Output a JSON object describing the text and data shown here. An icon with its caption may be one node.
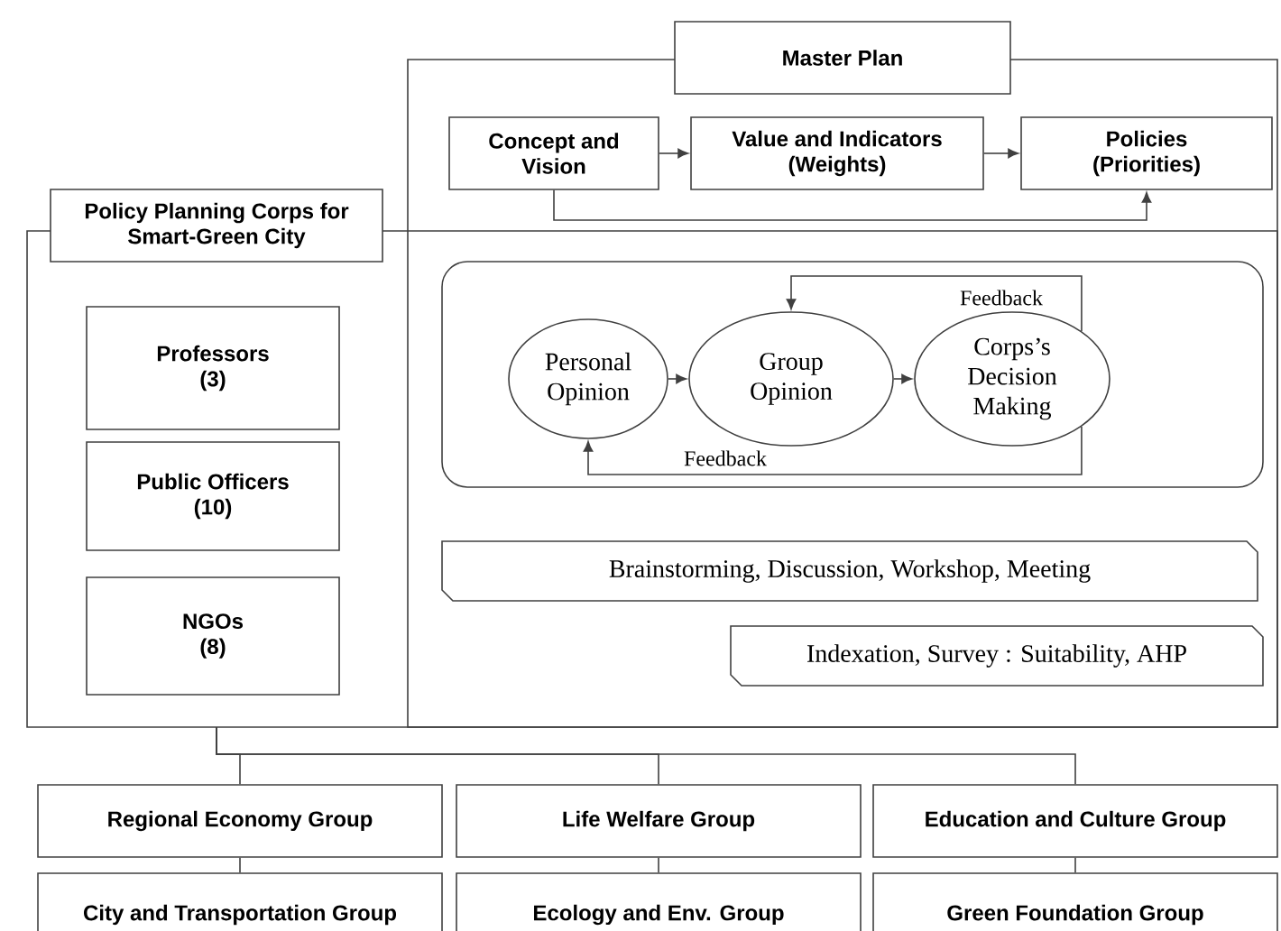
{
  "diagram": {
    "nodes": [
      {
        "text": [
          "Master Plan"
        ]
      },
      {
        "text": [
          "Concept and Vision"
        ],
        "in": 0
      },
      {
        "text": [
          "Value and Indicators (Weights)"
        ],
        "in": 0
      },
      {
        "text": [
          "Policies (Priorities)"
        ],
        "in": 0
      },
      {
        "text": [
          "Policy Planning Corps for Smart-Green City"
        ]
      },
      {
        "text": [
          "Professors",
          "(3)"
        ],
        "in": 4
      },
      {
        "text": [
          "Public Officers",
          "(10)"
        ],
        "in": 4
      },
      {
        "text": [
          "NGOs",
          "(8)"
        ],
        "in": 4
      },
      {
        "text": [],
        "shape": "box"
      },
      {
        "text": [
          "Personal Opinion"
        ],
        "in": 8
      },
      {
        "text": [
          "Group Opinion"
        ],
        "in": 8
      },
      {
        "text": [
          "Corps’s Decision Making"
        ],
        "in": 8
      },
      {
        "text": [
          "Brainstorming, Discussion, Workshop, Meeting"
        ]
      },
      {
        "text": [
          "Indexation, Survey : Suitability, AHP"
        ]
      },
      {
        "text": [
          "Regional Economy Group"
        ]
      },
      {
        "text": [
          "Life Welfare Group"
        ]
      },
      {
        "text": [
          "Education and Culture Group"
        ]
      },
      {
        "text": [
          "City and Transportation Group"
        ]
      },
      {
        "text": [
          "Ecology and Env. Group"
        ]
      },
      {
        "text": [
          "Green Foundation Group"
        ]
      }
    ],
    "edges": [
      {
        "from": 1,
        "to": 2,
        "arrow": "to"
      },
      {
        "from": 2,
        "to": 3,
        "arrow": "to"
      },
      {
        "from": 1,
        "to": 3,
        "arrow": "to"
      },
      {
        "from": 9,
        "to": 10,
        "arrow": "to"
      },
      {
        "from": 10,
        "to": 11,
        "arrow": "to"
      },
      {
        "from": 11,
        "to": 10,
        "arrow": "to",
        "label": "Feedback"
      },
      {
        "from": 11,
        "to": 9,
        "arrow": "to",
        "label": "Feedback"
      },
      {
        "from": 4,
        "to": 14,
        "arrow": "none"
      },
      {
        "from": 4,
        "to": 15,
        "arrow": "none"
      },
      {
        "from": 4,
        "to": 16,
        "arrow": "none"
      },
      {
        "from": 14,
        "to": 17,
        "arrow": "none"
      },
      {
        "from": 15,
        "to": 18,
        "arrow": "none"
      },
      {
        "from": 16,
        "to": 19,
        "arrow": "none"
      }
    ]
  }
}
